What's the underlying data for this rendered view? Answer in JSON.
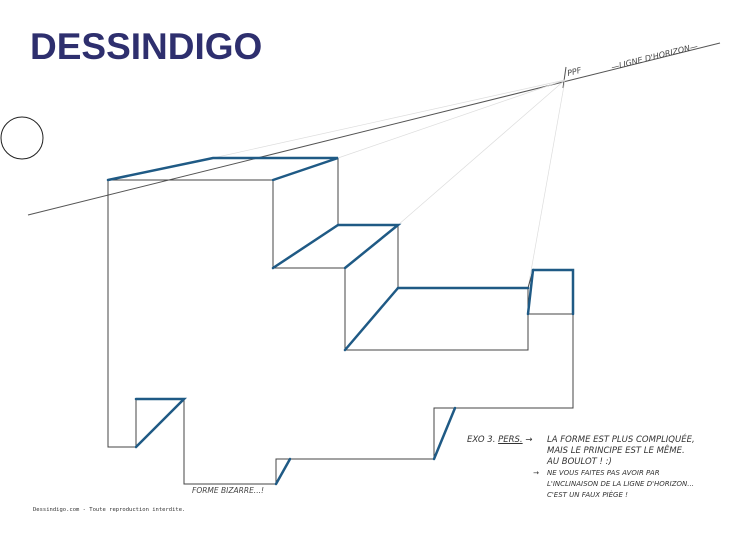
{
  "logo": "DESSINDIGO",
  "labels": {
    "ppf": "PPF",
    "horizon": "—LIGNE D'HORIZON—",
    "caption": "FORME BIZARRE...!"
  },
  "notes": {
    "exercise": "EXO 3.",
    "topic": "PERS.",
    "arrow": "→",
    "lines1": [
      "LA FORME EST PLUS COMPLIQUÉE,",
      "MAIS LE PRINCIPE EST LE MÊME.",
      "AU BOULOT ! :)"
    ],
    "lines2": [
      "NE VOUS FAITES PAS AVOIR PAR",
      "L'INCLINAISON DE LA LIGNE D'HORIZON...",
      "C'EST UN FAUX PIÈGE !"
    ]
  },
  "footer": "Dessindigo.com - Toute reproduction interdite.",
  "colors": {
    "brand": "#2e2f6e",
    "ink": "#1f5a85"
  }
}
